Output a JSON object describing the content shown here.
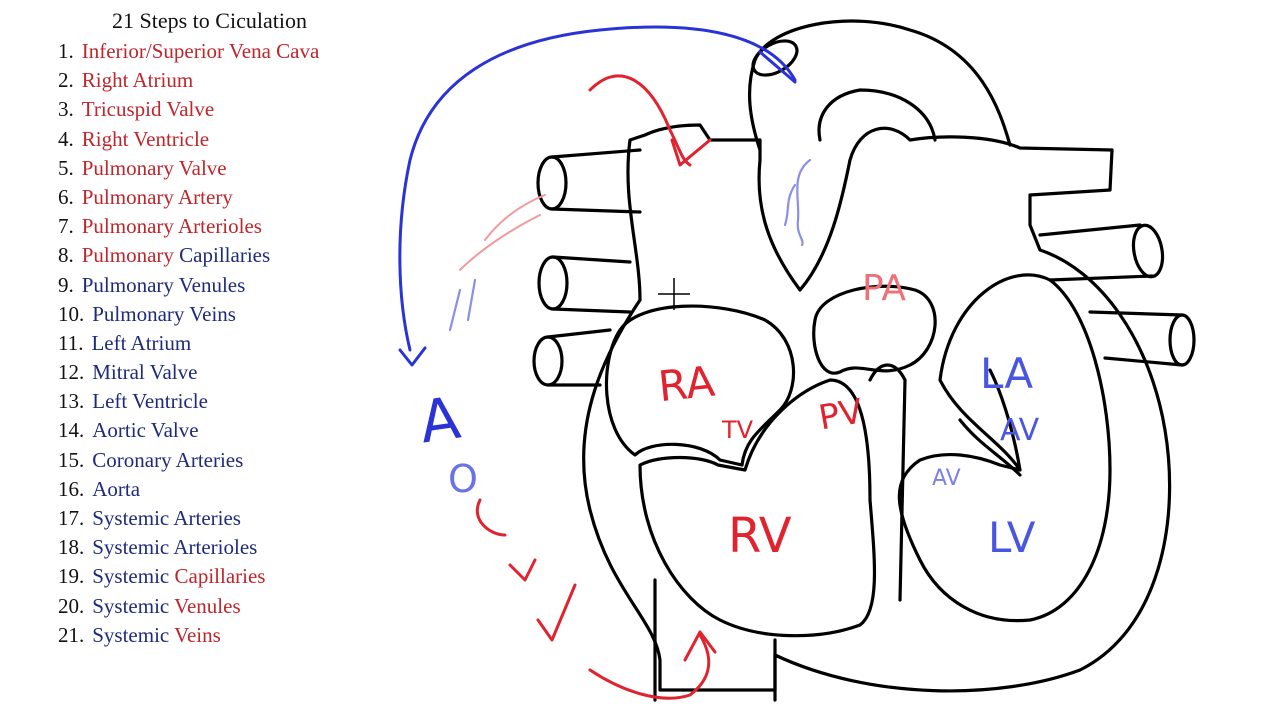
{
  "title": "21 Steps to Ciculation",
  "steps": [
    {
      "num": "1.",
      "label": "Inferior/Superior Vena Cava",
      "color": "red"
    },
    {
      "num": "2.",
      "label": "Right Atrium",
      "color": "red"
    },
    {
      "num": "3.",
      "label": "Tricuspid Valve",
      "color": "red"
    },
    {
      "num": "4.",
      "label": "Right Ventricle",
      "color": "red"
    },
    {
      "num": "5.",
      "label": "Pulmonary Valve",
      "color": "red"
    },
    {
      "num": "6.",
      "label": "Pulmonary Artery",
      "color": "red"
    },
    {
      "num": "7.",
      "label": "Pulmonary Arterioles",
      "color": "red"
    },
    {
      "num": "8.",
      "label": "Pulmonary Capillaries",
      "parts": [
        {
          "text": "Pulmonary ",
          "color": "red"
        },
        {
          "text": "Capillaries",
          "color": "blue"
        }
      ]
    },
    {
      "num": "9.",
      "label": "Pulmonary Venules",
      "color": "blue"
    },
    {
      "num": "10.",
      "label": "Pulmonary Veins",
      "color": "blue"
    },
    {
      "num": "11.",
      "label": "Left Atrium",
      "color": "blue"
    },
    {
      "num": "12.",
      "label": "Mitral Valve",
      "color": "blue"
    },
    {
      "num": "13.",
      "label": "Left Ventricle",
      "color": "blue"
    },
    {
      "num": "14.",
      "label": "Aortic Valve",
      "color": "blue"
    },
    {
      "num": "15.",
      "label": "Coronary Arteries",
      "color": "blue"
    },
    {
      "num": "16.",
      "label": "Aorta",
      "color": "blue"
    },
    {
      "num": "17.",
      "label": "Systemic Arteries",
      "color": "blue"
    },
    {
      "num": "18.",
      "label": "Systemic Arterioles",
      "color": "blue"
    },
    {
      "num": "19.",
      "label": "Systemic Capillaries",
      "parts": [
        {
          "text": "Systemic ",
          "color": "blue"
        },
        {
          "text": "Capillaries",
          "color": "red"
        }
      ]
    },
    {
      "num": "20.",
      "label": "Systemic Venules",
      "parts": [
        {
          "text": "Systemic ",
          "color": "blue"
        },
        {
          "text": "Venules",
          "color": "red"
        }
      ]
    },
    {
      "num": "21.",
      "label": "Systemic Veins",
      "parts": [
        {
          "text": "Systemic ",
          "color": "blue"
        },
        {
          "text": "Veins",
          "color": "red"
        }
      ]
    }
  ],
  "heart_labels": {
    "ra": "RA",
    "tv": "TV",
    "rv": "RV",
    "pa": "PA",
    "pv": "PV",
    "la": "LA",
    "av_upper": "AV",
    "av_lower": "AV",
    "lv": "LV",
    "aorta_letter_a": "A",
    "aorta_letter_o": "O"
  },
  "colors": {
    "red_ink": "#c0252b",
    "blue_ink": "#1f2a7a",
    "marker_red": "#e0232e",
    "marker_blue": "#2a33d6"
  }
}
